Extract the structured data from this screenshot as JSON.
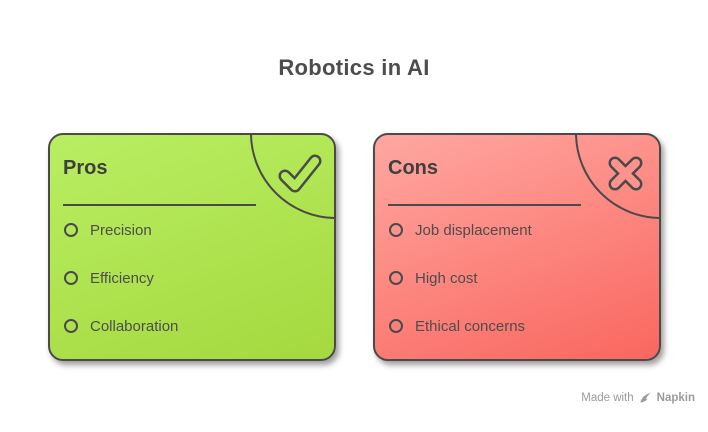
{
  "title": "Robotics in AI",
  "cards": [
    {
      "id": "pros",
      "heading": "Pros",
      "icon": "check-icon",
      "items": [
        "Precision",
        "Efficiency",
        "Collaboration"
      ],
      "colors": {
        "gradient_start": "#b9ee63",
        "gradient_end": "#a5d93e",
        "icon_fill": "#b3e958"
      }
    },
    {
      "id": "cons",
      "heading": "Cons",
      "icon": "x-icon",
      "items": [
        "Job displacement",
        "High cost",
        "Ethical concerns"
      ],
      "colors": {
        "gradient_start": "#ffa7a1",
        "gradient_end": "#f9675f",
        "icon_fill": "#fd938c"
      }
    }
  ],
  "watermark": {
    "prefix": "Made with",
    "brand": "Napkin"
  },
  "colors": {
    "title_text": "#4d4d4d",
    "outline": "#4a4a4a",
    "item_text": "#4d4d4d",
    "watermark_text": "#9b9b9b",
    "background": "#ffffff"
  }
}
